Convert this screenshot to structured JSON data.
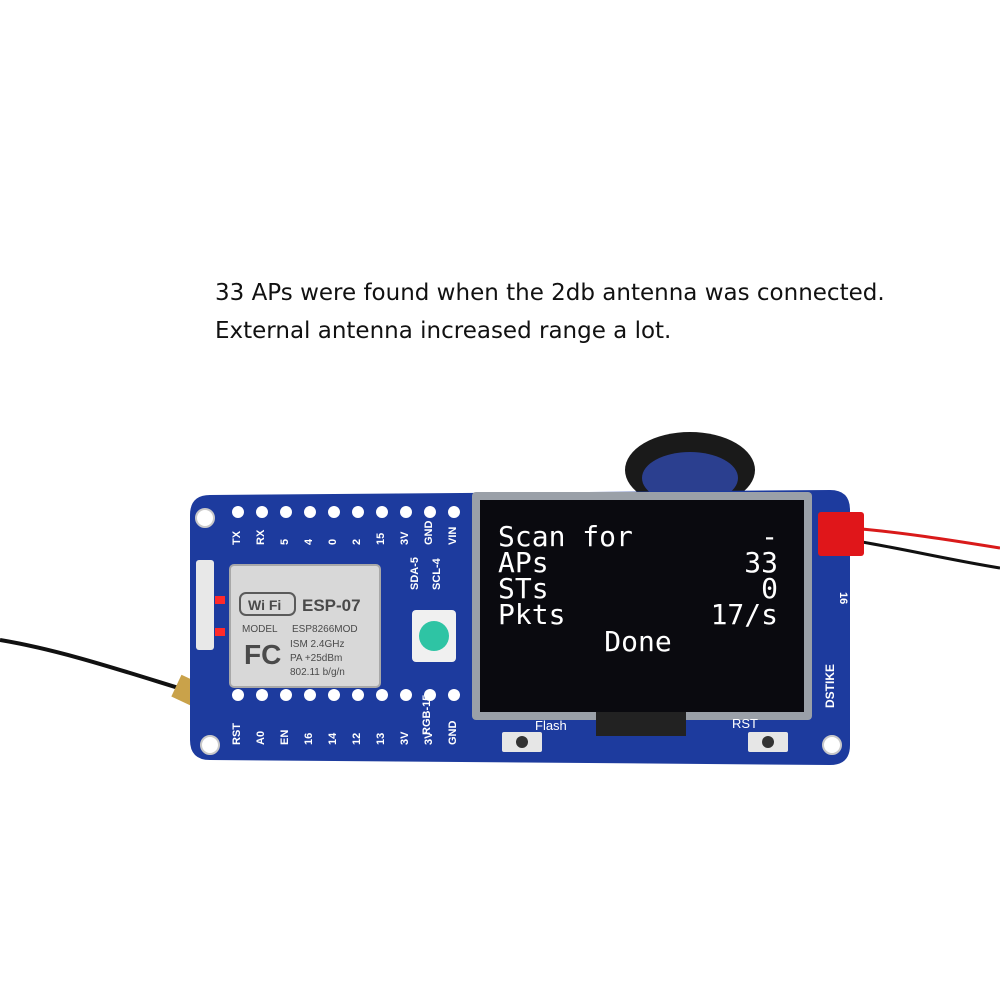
{
  "caption": {
    "line1": "33 APs were found when the 2db antenna was connected.",
    "line2": "External antenna increased range a lot."
  },
  "oled": {
    "row1_label": "Scan for",
    "row1_value": "-",
    "row2_label": "APs",
    "row2_value": "33",
    "row3_label": "STs",
    "row3_value": "0",
    "row4_label": "Pkts",
    "row4_value": "17/s",
    "status": "Done"
  },
  "module": {
    "wifi_logo": "Wi Fi",
    "name": "ESP-07",
    "model_label": "MODEL",
    "model": "ESP8266MOD",
    "ism": "ISM 2.4GHz",
    "pa": "PA +25dBm",
    "standard": "802.11 b/g/n",
    "fcc": "FC"
  },
  "board": {
    "top_pins": [
      "TX",
      "RX",
      "5",
      "4",
      "0",
      "2",
      "15",
      "3V",
      "GND",
      "VIN"
    ],
    "bottom_pins": [
      "RST",
      "A0",
      "EN",
      "16",
      "14",
      "12",
      "13",
      "3V",
      "3V",
      "GND"
    ],
    "sda": "SDA-5",
    "scl": "SCL-4",
    "rgb": "RGB-15",
    "flash": "Flash",
    "rst": "RST",
    "brand": "DSTIKE",
    "pin16": "16"
  },
  "colors": {
    "pcb": "#1d3b9e",
    "pcb_dark": "#152c7a",
    "oled_bg": "#0a0a0f",
    "led": "#2ec4a4",
    "red_led": "#ff2a2a"
  }
}
